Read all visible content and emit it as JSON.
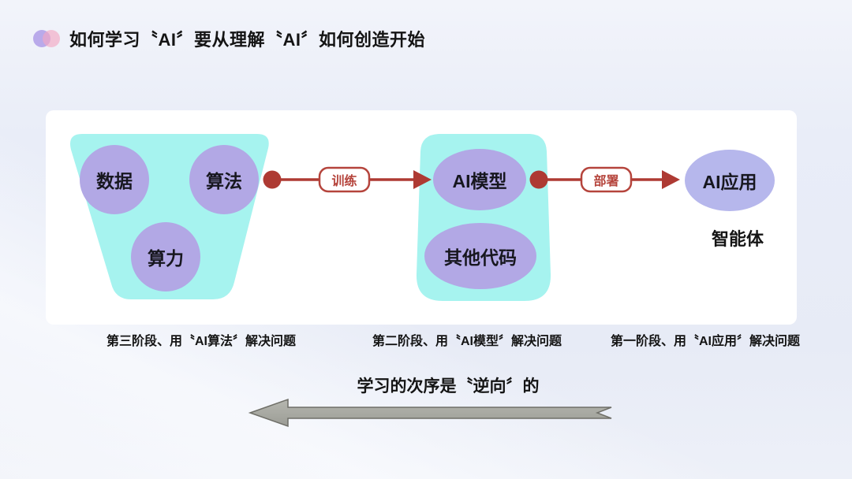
{
  "header": {
    "title": "如何学习〝AI〞要从理解〝AI〞如何创造开始",
    "logo_icon": "two-overlapping-circles"
  },
  "colors": {
    "background": "#e9ecf7",
    "card": "#ffffff",
    "cyan_group": "#a6f3ef",
    "purple_bubble": "#b2a8e5",
    "purple_bubble_app": "#b6b7ec",
    "connector_red": "#ae3a33",
    "connector_label_red": "#b5443c",
    "gray_arrow": "#a8a9a2",
    "text_dark": "#141414"
  },
  "diagram": {
    "stage3_group": {
      "bubbles": [
        {
          "label": "数据"
        },
        {
          "label": "算法"
        },
        {
          "label": "算力"
        }
      ]
    },
    "train_connector": {
      "label": "训练"
    },
    "stage2_group": {
      "bubbles": [
        {
          "label": "AI模型"
        },
        {
          "label": "其他代码"
        }
      ]
    },
    "deploy_connector": {
      "label": "部署"
    },
    "stage1_group": {
      "bubble": {
        "label": "AI应用"
      },
      "sublabel": "智能体"
    }
  },
  "captions": [
    {
      "text": "第三阶段、用〝AI算法〞解决问题"
    },
    {
      "text": "第二阶段、用〝AI模型〞解决问题"
    },
    {
      "text": "第一阶段、用〝AI应用〞解决问题"
    }
  ],
  "footer": {
    "statement": "学习的次序是〝逆向〞的",
    "arrow_direction": "left"
  }
}
